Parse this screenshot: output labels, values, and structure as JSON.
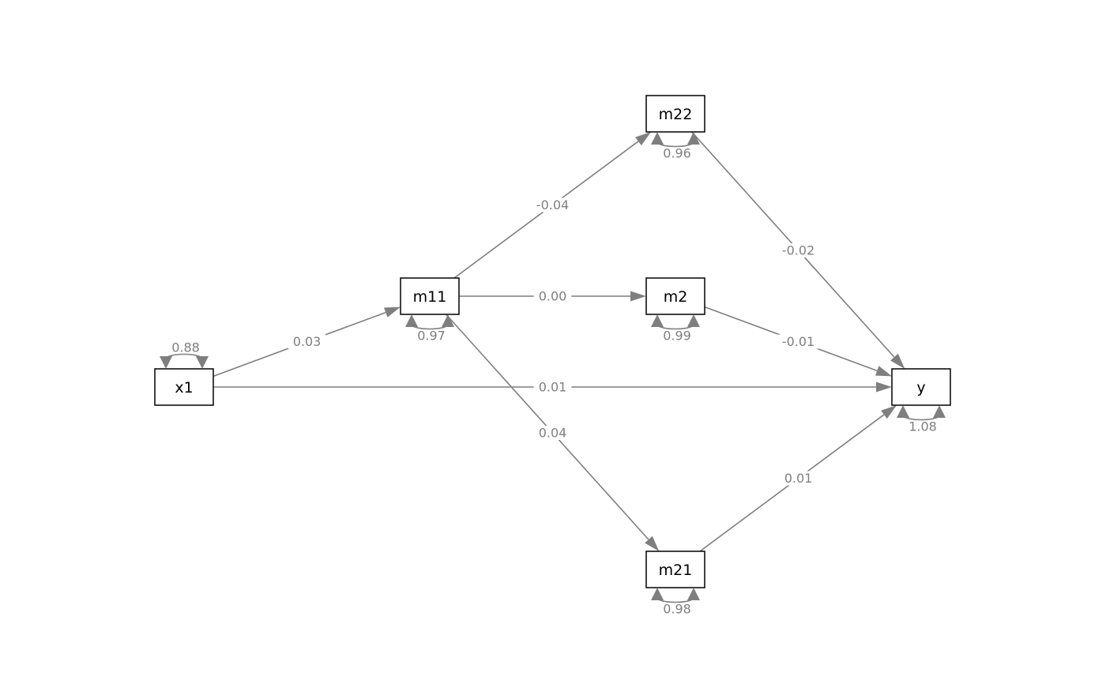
{
  "nodes": [
    {
      "id": "x1",
      "label": "x1"
    },
    {
      "id": "m11",
      "label": "m11"
    },
    {
      "id": "m22",
      "label": "m22"
    },
    {
      "id": "m2",
      "label": "m2"
    },
    {
      "id": "m21",
      "label": "m21"
    },
    {
      "id": "y",
      "label": "y"
    }
  ],
  "paths": [
    {
      "from": "x1",
      "to": "m11",
      "coef": "0.03"
    },
    {
      "from": "x1",
      "to": "y",
      "coef": "0.01"
    },
    {
      "from": "m11",
      "to": "m22",
      "coef": "-0.04"
    },
    {
      "from": "m11",
      "to": "m2",
      "coef": "0.00"
    },
    {
      "from": "m11",
      "to": "m21",
      "coef": "0.04"
    },
    {
      "from": "m22",
      "to": "y",
      "coef": "-0.02"
    },
    {
      "from": "m2",
      "to": "y",
      "coef": "-0.01"
    },
    {
      "from": "m21",
      "to": "y",
      "coef": "0.01"
    }
  ],
  "variances": [
    {
      "node": "x1",
      "value": "0.88"
    },
    {
      "node": "m11",
      "value": "0.97"
    },
    {
      "node": "m22",
      "value": "0.96"
    },
    {
      "node": "m2",
      "value": "0.99"
    },
    {
      "node": "m21",
      "value": "0.98"
    },
    {
      "node": "y",
      "value": "1.08"
    }
  ],
  "colors": {
    "edge": "#7f7f7f",
    "node_border": "#000000",
    "background": "#ffffff"
  }
}
